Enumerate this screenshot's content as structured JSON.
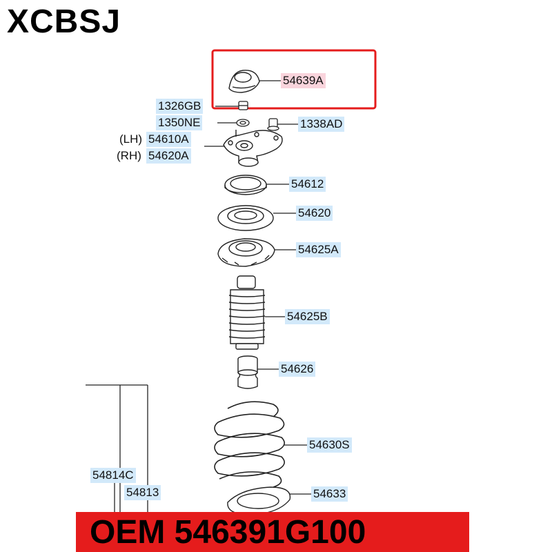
{
  "brand": "XCBSJ",
  "oem_text": "OEM 546391G100",
  "parts": {
    "p54639A": "54639A",
    "p1326GB": "1326GB",
    "p1350NE": "1350NE",
    "p1338AD": "1338AD",
    "lh_prefix": "(LH)",
    "p54610A": "54610A",
    "rh_prefix": "(RH)",
    "p54620A": "54620A",
    "p54612": "54612",
    "p54620": "54620",
    "p54625A": "54625A",
    "p54625B": "54625B",
    "p54626": "54626",
    "p54630S": "54630S",
    "p54633": "54633",
    "p54814C": "54814C",
    "p54813": "54813"
  },
  "colors": {
    "highlight": "#e51c1c",
    "label_bg": "#d2e9fa",
    "highlight_label_bg": "#f9d4dc"
  }
}
